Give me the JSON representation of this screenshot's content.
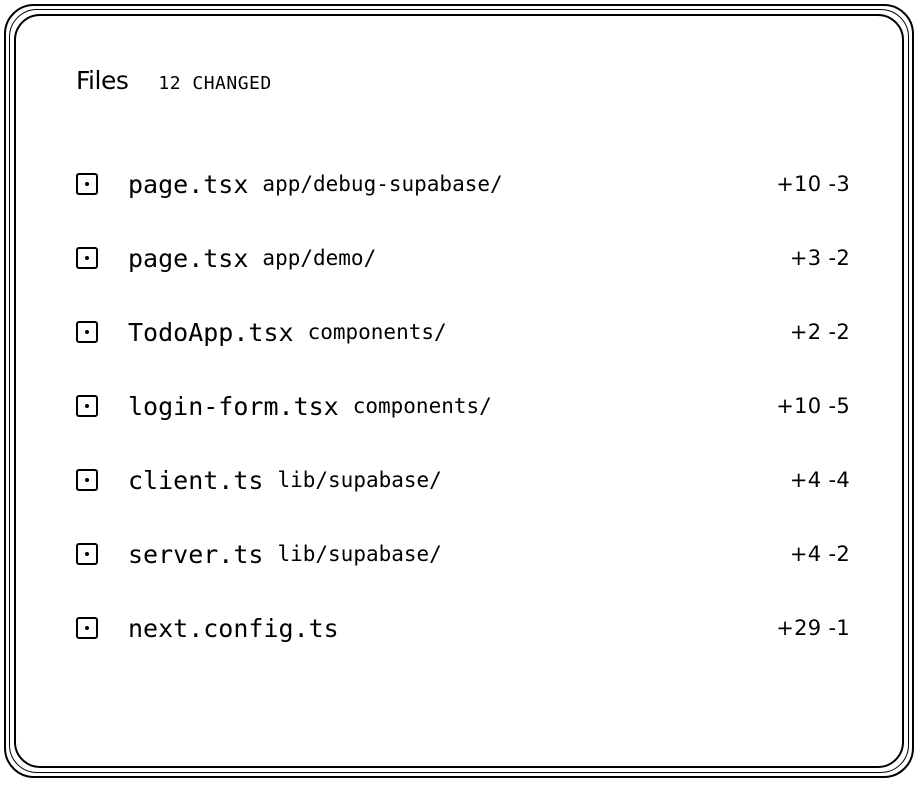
{
  "header": {
    "title": "Files",
    "count": "12 CHANGED"
  },
  "icons": {
    "file": "file-icon"
  },
  "files": [
    {
      "name": "page.tsx",
      "dir": "app/debug-supabase/",
      "added": "+10",
      "removed": "-3"
    },
    {
      "name": "page.tsx",
      "dir": "app/demo/",
      "added": "+3",
      "removed": "-2"
    },
    {
      "name": "TodoApp.tsx",
      "dir": "components/",
      "added": "+2",
      "removed": "-2"
    },
    {
      "name": "login-form.tsx",
      "dir": "components/",
      "added": "+10",
      "removed": "-5"
    },
    {
      "name": "client.ts",
      "dir": "lib/supabase/",
      "added": "+4",
      "removed": "-4"
    },
    {
      "name": "server.ts",
      "dir": "lib/supabase/",
      "added": "+4",
      "removed": "-2"
    },
    {
      "name": "next.config.ts",
      "dir": "",
      "added": "+29",
      "removed": "-1"
    }
  ]
}
